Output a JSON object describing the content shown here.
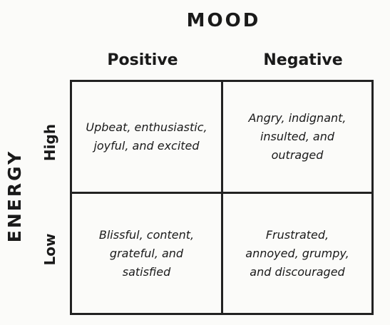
{
  "title": "MOOD",
  "y_axis_label": "ENERGY",
  "columns": [
    "Positive",
    "Negative"
  ],
  "rows": [
    "High",
    "Low"
  ],
  "cells": {
    "high_positive": "Upbeat, enthusiastic,\njoyful, and excited",
    "high_negative": "Angry, indignant,\ninsulted, and\noutraged",
    "low_positive": "Blissful, content,\ngrateful, and\nsatisfied",
    "low_negative": "Frustrated,\nannoyed, grumpy,\nand discouraged"
  }
}
